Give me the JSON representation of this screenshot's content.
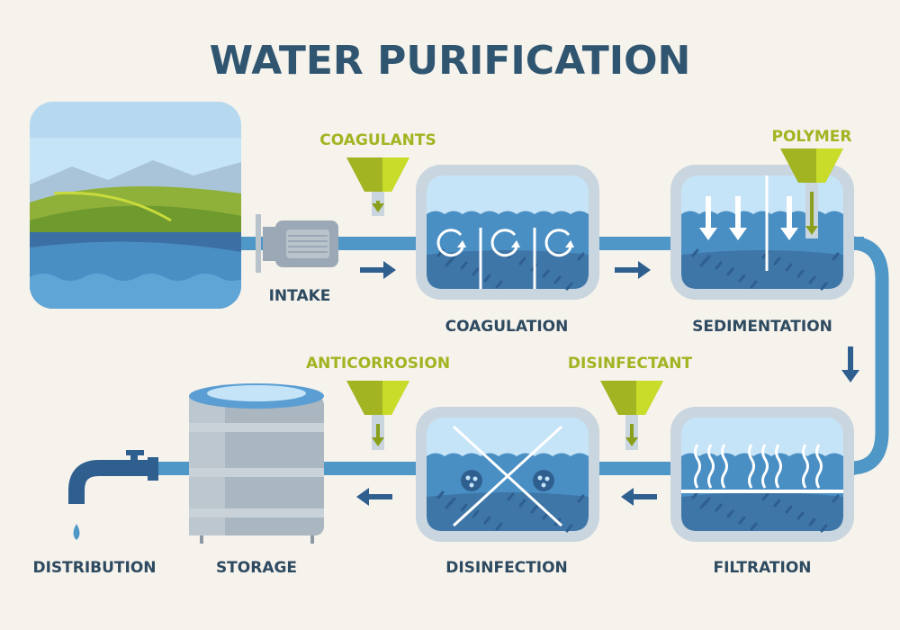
{
  "title": "WATER PURIFICATION",
  "stages": {
    "intake": "INTAKE",
    "coagulation": "COAGULATION",
    "sedimentation": "SEDIMENTATION",
    "filtration": "FILTRATION",
    "disinfection": "DISINFECTION",
    "storage": "STORAGE",
    "distribution": "DISTRIBUTION"
  },
  "additives": {
    "coagulants": "COAGULANTS",
    "polymer": "POLYMER",
    "anticorrosion": "ANTICORROSION",
    "disinfectant": "DISINFECTANT"
  },
  "colors": {
    "title": "#2f5570",
    "additive": "#a2b421",
    "pipe": "#4f97c6",
    "water": "#4a8fc4",
    "sediment": "#3f76a8",
    "tank_frame": "#c9d5df",
    "sky": "#c6e4f7"
  }
}
